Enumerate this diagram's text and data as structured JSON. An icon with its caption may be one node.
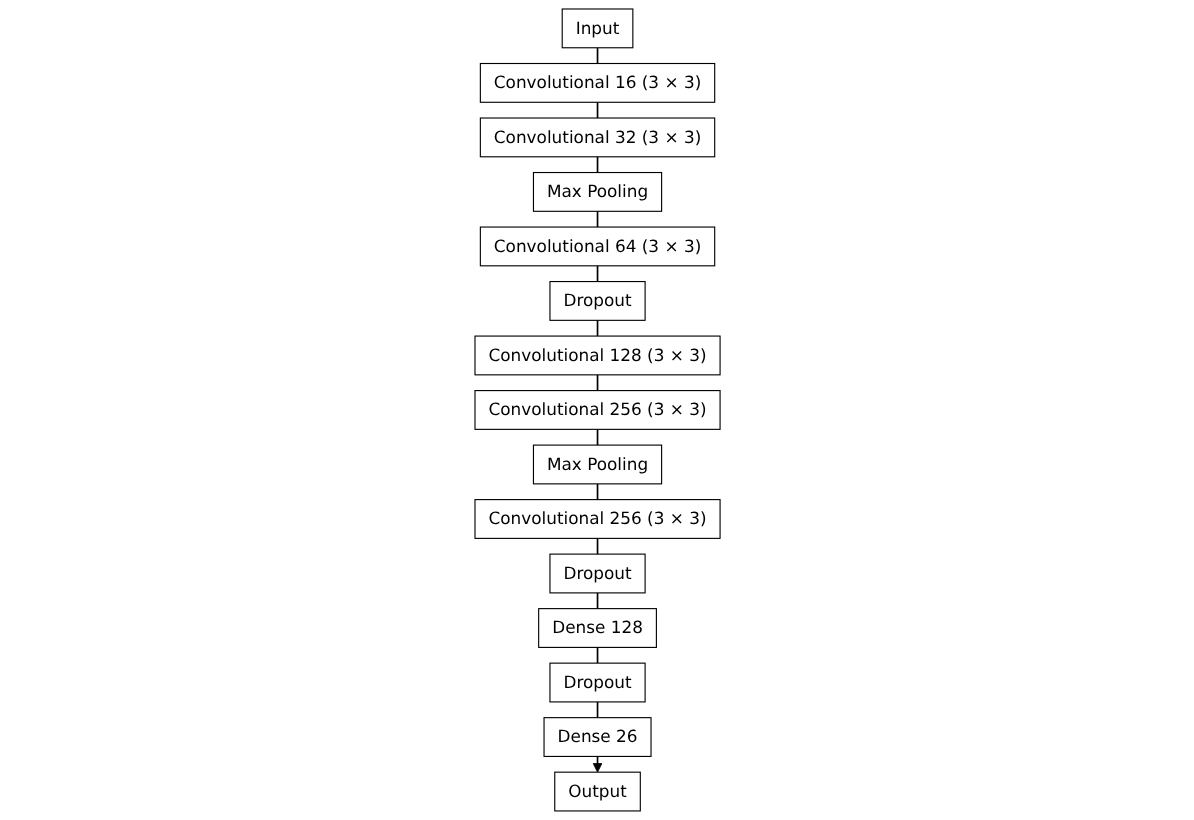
{
  "diagram": {
    "nodes": [
      {
        "text": [
          "Input"
        ]
      },
      {
        "text": [
          "Convolutional 16 (3 × 3)"
        ]
      },
      {
        "text": [
          "Convolutional 32 (3 × 3)"
        ]
      },
      {
        "text": [
          "Max Pooling"
        ]
      },
      {
        "text": [
          "Convolutional 64 (3 × 3)"
        ]
      },
      {
        "text": [
          "Dropout"
        ]
      },
      {
        "text": [
          "Convolutional 128 (3 × 3)"
        ]
      },
      {
        "text": [
          "Convolutional 256 (3 × 3)"
        ]
      },
      {
        "text": [
          "Max Pooling"
        ]
      },
      {
        "text": [
          "Convolutional 256 (3 × 3)"
        ]
      },
      {
        "text": [
          "Dropout"
        ]
      },
      {
        "text": [
          "Dense 128"
        ]
      },
      {
        "text": [
          "Dropout"
        ]
      },
      {
        "text": [
          "Dense 26"
        ]
      },
      {
        "text": [
          "Output"
        ]
      }
    ],
    "edges": [
      {
        "from": 0,
        "to": 1,
        "arrow": "none"
      },
      {
        "from": 1,
        "to": 2,
        "arrow": "none"
      },
      {
        "from": 2,
        "to": 3,
        "arrow": "none"
      },
      {
        "from": 3,
        "to": 4,
        "arrow": "none"
      },
      {
        "from": 4,
        "to": 5,
        "arrow": "none"
      },
      {
        "from": 5,
        "to": 6,
        "arrow": "none"
      },
      {
        "from": 6,
        "to": 7,
        "arrow": "none"
      },
      {
        "from": 7,
        "to": 8,
        "arrow": "none"
      },
      {
        "from": 8,
        "to": 9,
        "arrow": "none"
      },
      {
        "from": 9,
        "to": 10,
        "arrow": "none"
      },
      {
        "from": 10,
        "to": 11,
        "arrow": "none"
      },
      {
        "from": 11,
        "to": 12,
        "arrow": "none"
      },
      {
        "from": 12,
        "to": 13,
        "arrow": "none"
      },
      {
        "from": 13,
        "to": 14,
        "arrow": "to"
      }
    ]
  }
}
